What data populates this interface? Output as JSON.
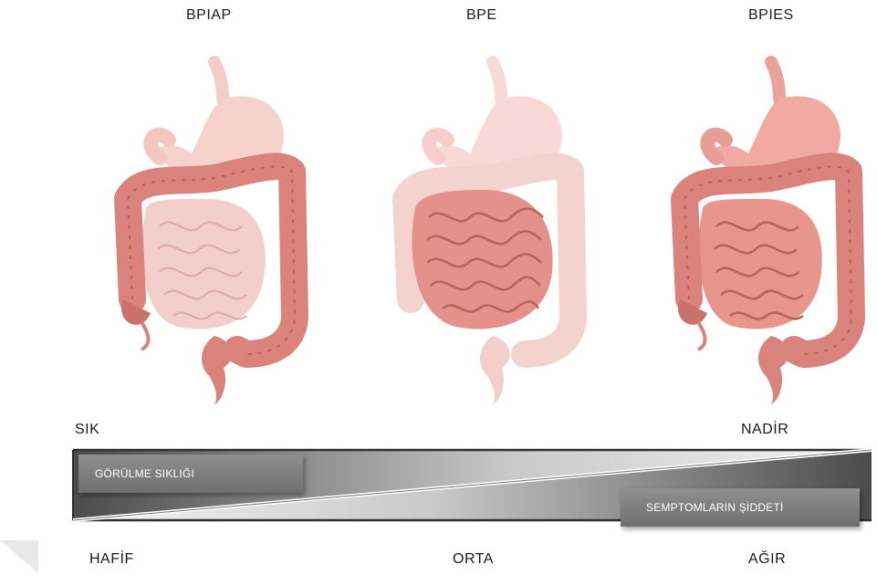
{
  "columns": [
    {
      "label": "BPIAP"
    },
    {
      "label": "BPE"
    },
    {
      "label": "BPIES"
    }
  ],
  "frequency": {
    "high": "SIK",
    "low": "NADİR",
    "bar_label": "GÖRÜLME SIKLIĞI"
  },
  "severity": {
    "mild": "HAFİF",
    "moderate": "ORTA",
    "severe": "AĞIR",
    "bar_label": "SEMPTOMLARIN ŞİDDETİ"
  },
  "colors": {
    "organ": "#d9837c",
    "organ_faded": "#efc3bd",
    "organ_dark": "#b8625c",
    "stomach": "#f0aaa2",
    "band_dark": "#4b4b4b",
    "band_light": "#f2f2f2"
  }
}
